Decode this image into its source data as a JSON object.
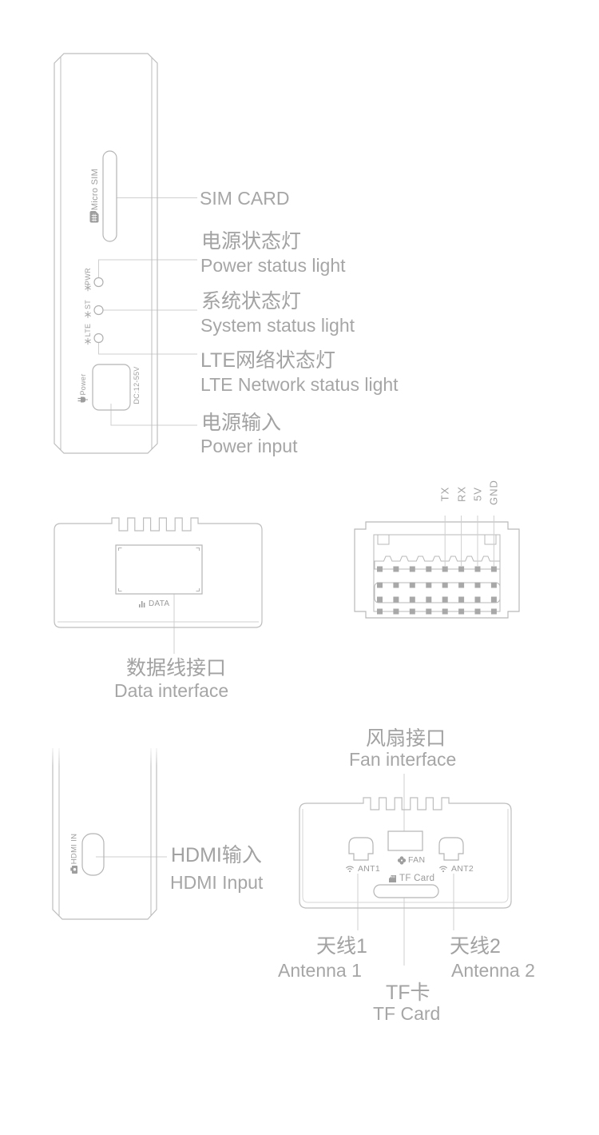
{
  "device_views": {
    "side_view": {
      "sim_slot_label": "Micro SIM",
      "leds": {
        "pwr": "PWR",
        "st": "ST",
        "lte": "LTE"
      },
      "power_port_label": "Power",
      "power_port_spec": "DC:12-55V"
    },
    "data_view": {
      "data_port_label": "DATA"
    },
    "pinout_view": {
      "pin_labels": {
        "tx": "TX",
        "rx": "RX",
        "v5": "5V",
        "gnd": "GND"
      }
    },
    "hdmi_view": {
      "hdmi_port_label": "HDMI IN"
    },
    "bottom_view": {
      "fan_label": "FAN",
      "ant1_label": "ANT1",
      "ant2_label": "ANT2",
      "tf_label": "TF Card"
    }
  },
  "callouts": {
    "sim_card": {
      "en": "SIM CARD"
    },
    "power_led": {
      "zh": "电源状态灯",
      "en": "Power status light"
    },
    "system_led": {
      "zh": "系统状态灯",
      "en": "System status light"
    },
    "lte_led": {
      "zh": "LTE网络状态灯",
      "en": "LTE Network status light"
    },
    "power_input": {
      "zh": "电源输入",
      "en": "Power input"
    },
    "data_interface": {
      "zh": "数据线接口",
      "en": "Data interface"
    },
    "fan_interface": {
      "zh": "风扇接口",
      "en": "Fan interface"
    },
    "hdmi_input": {
      "zh": "HDMI输入",
      "en": "HDMI Input"
    },
    "antenna1": {
      "zh": "天线1",
      "en": "Antenna 1"
    },
    "antenna2": {
      "zh": "天线2",
      "en": "Antenna 2"
    },
    "tf_card": {
      "zh": "TF卡",
      "en": "TF Card"
    }
  },
  "colors": {
    "background": "#ffffff",
    "outline": "#bdbdbd",
    "callout_line": "#cfcfcf",
    "label_text": "#a4a4a4",
    "icon_fill": "#9e9e9e",
    "pin_fill": "#a8a8a8"
  }
}
